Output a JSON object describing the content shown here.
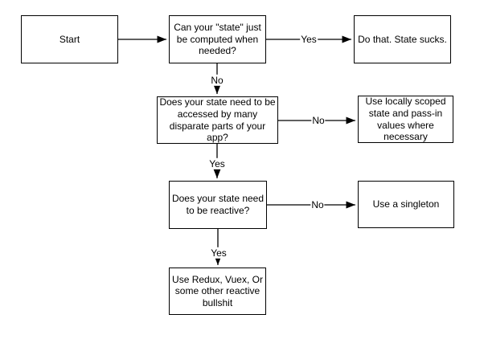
{
  "colors": {
    "background": "#ffffff",
    "line": "#000000",
    "text": "#000000",
    "node_fill": "#ffffff"
  },
  "nodes": {
    "start": {
      "label": "Start"
    },
    "q_computed": {
      "label": "Can your \"state\" just\nbe computed when\nneeded?"
    },
    "do_that": {
      "label": "Do that. State sucks."
    },
    "q_disparate": {
      "label": "Does your state need to be\naccessed by many\ndisparate parts of your\napp?"
    },
    "locally_scoped": {
      "label": "Use locally scoped\nstate and pass-in\nvalues where\nnecessary"
    },
    "q_reactive": {
      "label": "Does your state need\nto be reactive?"
    },
    "singleton": {
      "label": "Use a singleton"
    },
    "redux": {
      "label": "Use Redux, Vuex, Or\nsome other reactive\nbullshit"
    }
  },
  "edge_labels": {
    "computed_yes": "Yes",
    "computed_no": "No",
    "disparate_no": "No",
    "disparate_yes": "Yes",
    "reactive_no": "No",
    "reactive_yes": "Yes"
  }
}
